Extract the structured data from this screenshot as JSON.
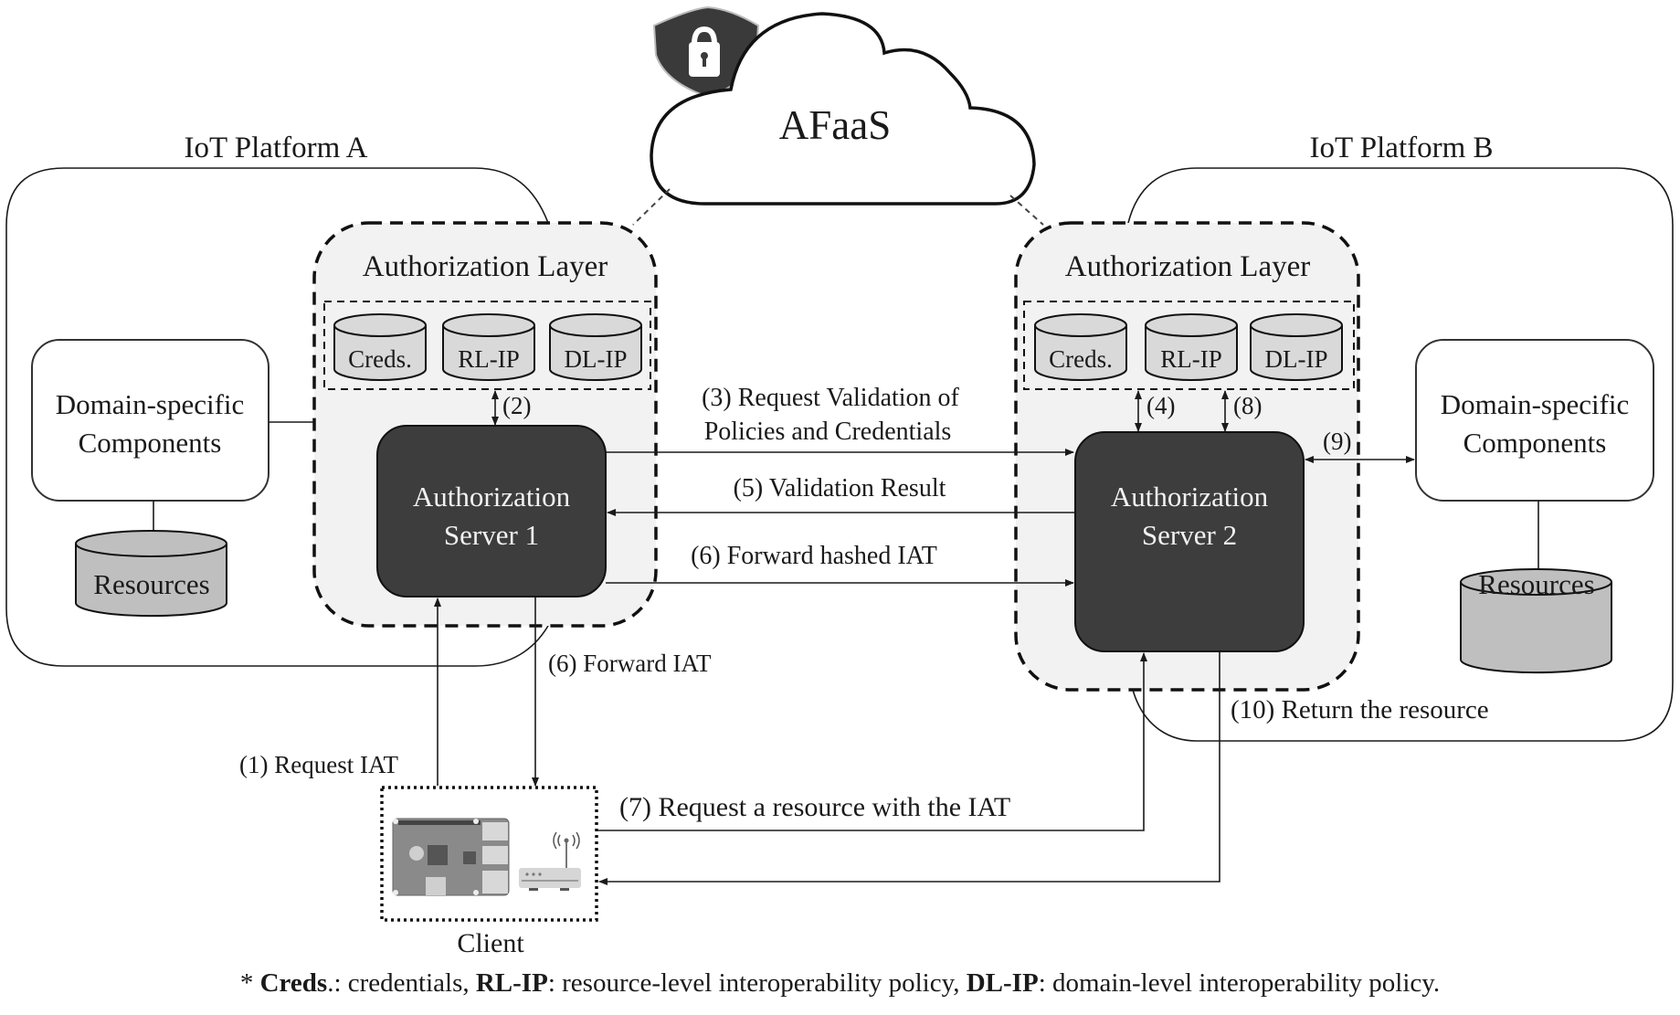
{
  "cloud": {
    "label": "AFaaS",
    "badge_icon": "shield-lock-icon"
  },
  "platform_a": {
    "title": "IoT Platform A",
    "auth_layer": {
      "title": "Authorization Layer",
      "stores": [
        "Creds.",
        "RL-IP",
        "DL-IP"
      ],
      "server": [
        "Authorization",
        "Server 1"
      ]
    },
    "domain_components": [
      "Domain-specific",
      "Components"
    ],
    "resources": "Resources"
  },
  "platform_b": {
    "title": "IoT Platform B",
    "auth_layer": {
      "title": "Authorization Layer",
      "stores": [
        "Creds.",
        "RL-IP",
        "DL-IP"
      ],
      "server": [
        "Authorization",
        "Server 2"
      ]
    },
    "domain_components": [
      "Domain-specific",
      "Components"
    ],
    "resources": "Resources"
  },
  "client": {
    "label": "Client",
    "icons": [
      "raspberry-pi-board-icon",
      "wifi-router-icon"
    ]
  },
  "steps": {
    "s1": "(1) Request IAT",
    "s2": "(2)",
    "s3a": "(3) Request Validation of",
    "s3b": "Policies and Credentials",
    "s4": "(4)",
    "s5": "(5) Validation Result",
    "s6_hashed": "(6) Forward hashed IAT",
    "s6": "(6) Forward IAT",
    "s7": "(7) Request a resource with the IAT",
    "s8": "(8)",
    "s9": "(9)",
    "s10": "(10) Return the resource"
  },
  "footnote": {
    "prefix": "* ",
    "items": [
      {
        "term": "Creds",
        "sep": ".: ",
        "desc": "credentials, "
      },
      {
        "term": "RL-IP",
        "sep": ": ",
        "desc": "resource-level interoperability policy, "
      },
      {
        "term": "DL-IP",
        "sep": ": ",
        "desc": "domain-level interoperability policy."
      }
    ]
  },
  "colors": {
    "server_fill": "#3d3d3d",
    "layer_fill": "#f2f2f2",
    "store_fill": "#d9d9d9",
    "resource_fill": "#bfbfbf"
  }
}
